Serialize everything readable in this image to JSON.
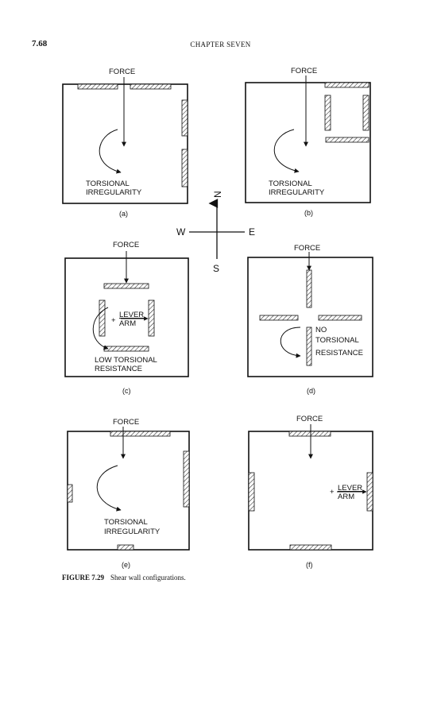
{
  "header": {
    "page_number": "7.68",
    "chapter": "CHAPTER SEVEN"
  },
  "figure": {
    "caption_label": "FIGURE 7.29",
    "caption_text": "Shear wall configurations.",
    "compass": {
      "north": "N",
      "south": "S",
      "east": "E",
      "west": "W"
    },
    "panels": [
      {
        "id": "a",
        "letter": "(a)",
        "labels": [
          "FORCE",
          "TORSIONAL",
          "IRREGULARITY"
        ]
      },
      {
        "id": "b",
        "letter": "(b)",
        "labels": [
          "FORCE",
          "TORSIONAL",
          "IRREGULARITY"
        ]
      },
      {
        "id": "c",
        "letter": "(c)",
        "labels": [
          "FORCE",
          "LEVER",
          "ARM",
          "LOW TORSIONAL",
          "RESISTANCE"
        ]
      },
      {
        "id": "d",
        "letter": "(d)",
        "labels": [
          "FORCE",
          "NO",
          "TORSIONAL",
          "RESISTANCE"
        ]
      },
      {
        "id": "e",
        "letter": "(e)",
        "labels": [
          "FORCE",
          "TORSIONAL",
          "IRREGULARITY"
        ]
      },
      {
        "id": "f",
        "letter": "(f)",
        "labels": [
          "FORCE",
          "LEVER",
          "ARM"
        ]
      }
    ]
  }
}
